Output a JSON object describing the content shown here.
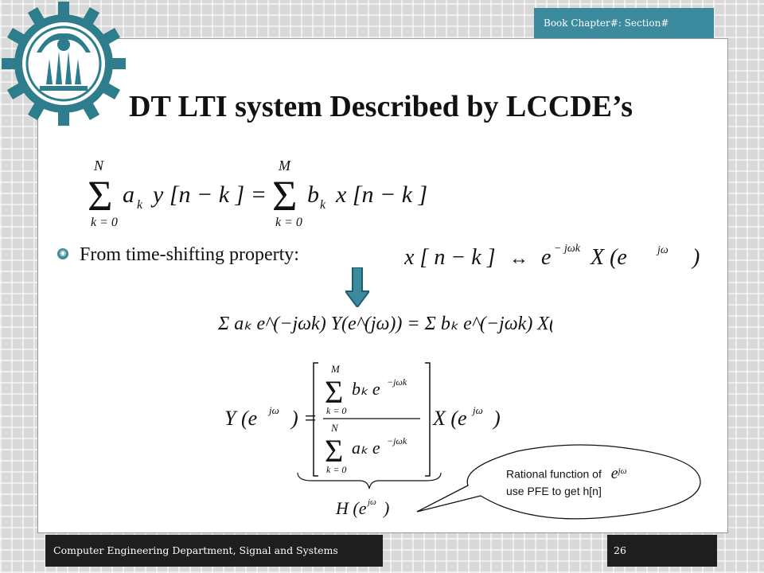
{
  "header": {
    "tag": "Book Chapter#: Section#"
  },
  "title": "DT LTI system Described by LCCDE’s",
  "bullet": {
    "text": "From time-shifting property:"
  },
  "equations": {
    "lccde": {
      "left_sum_top": "N",
      "left_sum_bottom": "k = 0",
      "left_term": "a",
      "left_sub": "k",
      "left_signal": "y [n − k ] =",
      "right_sum_top": "M",
      "right_sum_bottom": "k = 0",
      "right_term": "b",
      "right_sub": "k",
      "right_signal": "x [n − k ]"
    },
    "shift": {
      "lhs": "x [ n − k ]",
      "arrow": "↔",
      "rhs_base": "e",
      "rhs_exp": "− jωk",
      "rhs_tail": "X (e",
      "rhs_tail_exp": "jω",
      "rhs_close": ")"
    },
    "transform": {
      "text": "Σ aₖ e^(−jωk) Y(e^(jω)) = Σ bₖ e^(−jωk) X(e^(jω))"
    },
    "solution": {
      "lhs": "Y (e",
      "lhs_exp": "jω",
      "lhs_close": ") =",
      "num": "bₖ e",
      "num_exp": "−jωk",
      "den": "aₖ e",
      "den_exp": "−jωk",
      "tail": "X (e",
      "tail_exp": "jω",
      "tail_close": ")",
      "sum_top_num": "M",
      "sum_top_den": "N",
      "sum_bottom": "k = 0",
      "brace_label": "H (e",
      "brace_exp": "jω",
      "brace_close": ")"
    }
  },
  "callout": {
    "line1": "Rational function of",
    "line1_math": "e",
    "line1_exp": "jω",
    "line2": "use PFE to get h[n]"
  },
  "footer": {
    "left": "Computer Engineering Department, Signal and Systems",
    "page": "26"
  },
  "colors": {
    "accent": "#3b8a9e",
    "logo": "#2e7d8c",
    "footer_bg": "#1e1e1e"
  }
}
